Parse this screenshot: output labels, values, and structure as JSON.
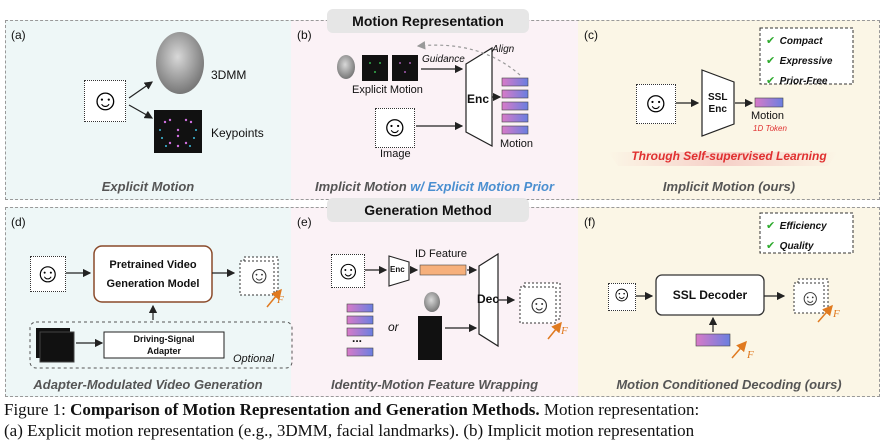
{
  "section_headers": {
    "motion_representation": "Motion Representation",
    "generation_method": "Generation Method"
  },
  "panel_a": {
    "letter": "(a)",
    "label_3dmm": "3DMM",
    "label_keypoints": "Keypoints",
    "caption": "Explicit Motion"
  },
  "panel_b": {
    "letter": "(b)",
    "guidance": "Guidance",
    "align": "Align",
    "explicit_motion": "Explicit Motion",
    "enc": "Enc",
    "motion": "Motion",
    "image": "Image",
    "caption_part1": "Implicit Motion ",
    "caption_part2": "w/ Explicit Motion Prior"
  },
  "panel_c": {
    "letter": "(c)",
    "checks": [
      "Compact",
      "Expressive",
      "Prior-Free"
    ],
    "ssl_enc_line1": "SSL",
    "ssl_enc_line2": "Enc",
    "motion": "Motion",
    "token": "1D Token",
    "banner": "Through Self-supervised Learning",
    "caption": "Implicit Motion (ours)"
  },
  "panel_d": {
    "letter": "(d)",
    "model_line1": "Pretrained Video",
    "model_line2": "Generation Model",
    "adapter_line1": "Driving-Signal",
    "adapter_line2": "Adapter",
    "optional": "Optional",
    "f_label": "F",
    "caption": "Adapter-Modulated Video Generation"
  },
  "panel_e": {
    "letter": "(e)",
    "id_feature": "ID Feature",
    "enc": "Enc",
    "dec": "Dec",
    "or": "or",
    "ellipsis": "...",
    "f_label": "F",
    "caption": "Identity-Motion Feature Wrapping"
  },
  "panel_f": {
    "letter": "(f)",
    "checks": [
      "Efficiency",
      "Quality"
    ],
    "decoder": "SSL Decoder",
    "f_label": "F",
    "f_label2": "F",
    "caption": "Motion Conditioned Decoding (ours)"
  },
  "figure_caption": {
    "prefix": "Figure 1: ",
    "bold": "Comparison of Motion Representation and Generation Methods.",
    "rest": " Motion representation:",
    "line2": "(a) Explicit motion representation (e.g., 3DMM, facial landmarks). (b) Implicit motion representation"
  },
  "colors": {
    "panel_a_bg": "#eef7f7",
    "panel_b_bg": "#fbf2f6",
    "panel_c_bg": "#fbf6e6",
    "accent_blue": "#4a8fd0",
    "banner_red": "#e03030",
    "check_green": "#2eaa2e",
    "arrow_orange": "#e07a20"
  }
}
